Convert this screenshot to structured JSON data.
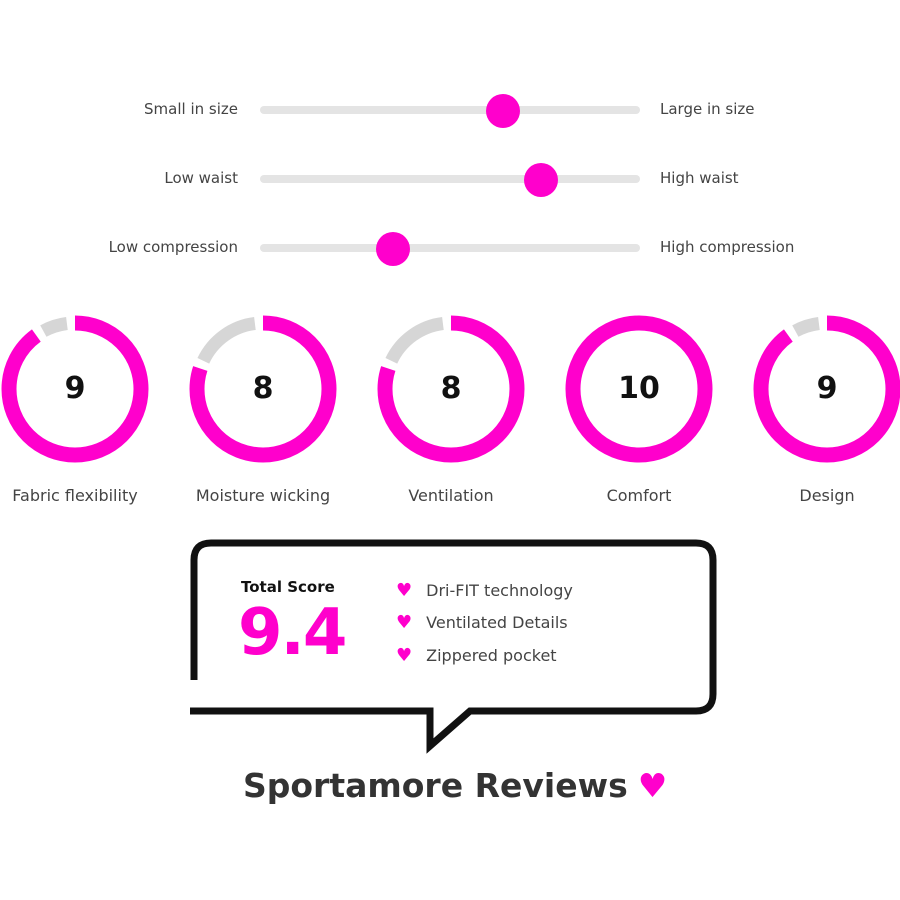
{
  "colors": {
    "accent": "#ff00cc",
    "track": "#e4e4e4",
    "text": "#444444"
  },
  "sliders": [
    {
      "left_label": "Small in size",
      "right_label": "Large in size",
      "value": 0.64
    },
    {
      "left_label": "Low waist",
      "right_label": "High waist",
      "value": 0.74
    },
    {
      "left_label": "Low compression",
      "right_label": "High compression",
      "value": 0.35
    }
  ],
  "ratings": [
    {
      "label": "Fabric flexibility",
      "score": "9",
      "fraction": 0.9
    },
    {
      "label": "Moisture wicking",
      "score": "8",
      "fraction": 0.8
    },
    {
      "label": "Ventilation",
      "score": "8",
      "fraction": 0.8
    },
    {
      "label": "Comfort",
      "score": "10",
      "fraction": 1.0
    },
    {
      "label": "Design",
      "score": "9",
      "fraction": 0.9
    }
  ],
  "summary": {
    "total_label": "Total Score",
    "total_value": "9.4",
    "features": [
      {
        "icon": "heart-icon",
        "text": "Dri-FIT technology"
      },
      {
        "icon": "heart-icon",
        "text": "Ventilated Details"
      },
      {
        "icon": "heart-icon",
        "text": "Zippered pocket"
      }
    ]
  },
  "brand": {
    "text": "Sportamore Reviews",
    "icon": "heart-icon"
  }
}
